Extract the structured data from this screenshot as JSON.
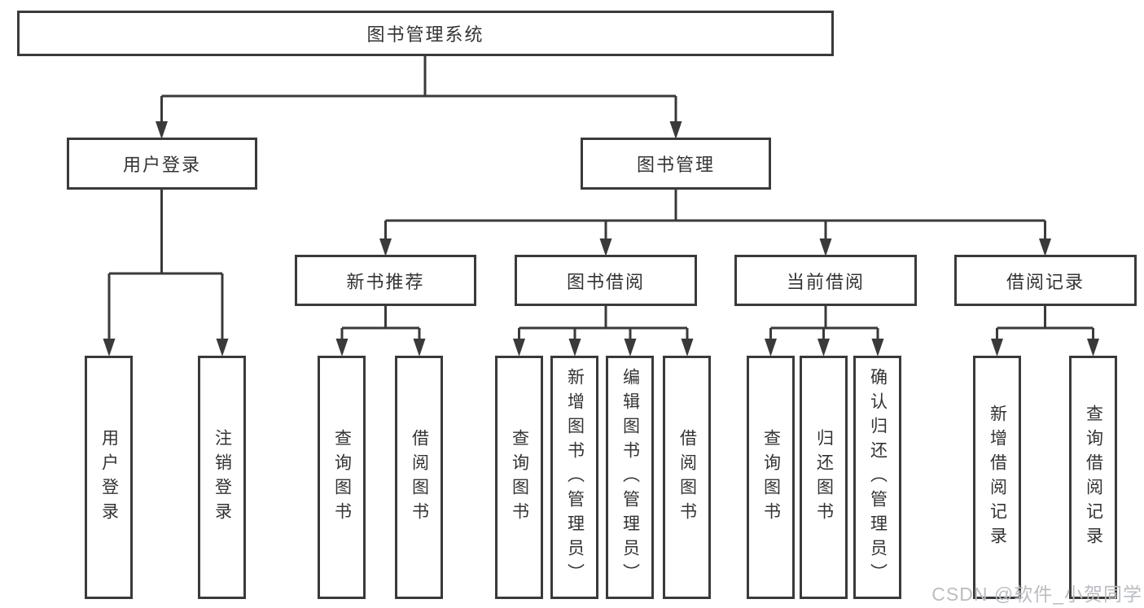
{
  "tree": {
    "root": {
      "label": "图书管理系统"
    },
    "branches": [
      {
        "label": "用户登录",
        "children": [
          {
            "label": "用户登录"
          },
          {
            "label": "注销登录"
          }
        ]
      },
      {
        "label": "图书管理",
        "children": [
          {
            "label": "新书推荐",
            "children": [
              {
                "label": "查询图书"
              },
              {
                "label": "借阅图书"
              }
            ]
          },
          {
            "label": "图书借阅",
            "children": [
              {
                "label": "查询图书"
              },
              {
                "label": "新增图书（管理员）"
              },
              {
                "label": "编辑图书（管理员）"
              },
              {
                "label": "借阅图书"
              }
            ]
          },
          {
            "label": "当前借阅",
            "children": [
              {
                "label": "查询图书"
              },
              {
                "label": "归还图书"
              },
              {
                "label": "确认归还（管理员）"
              }
            ]
          },
          {
            "label": "借阅记录",
            "children": [
              {
                "label": "新增借阅记录"
              },
              {
                "label": "查询借阅记录"
              }
            ]
          }
        ]
      }
    ]
  },
  "watermark": {
    "text": "CSDN @软件_小贺同学"
  },
  "colors": {
    "line": "#3a3a3a",
    "text": "#333333",
    "box_fill": "#ffffff",
    "watermark": "#b9bdc2"
  }
}
